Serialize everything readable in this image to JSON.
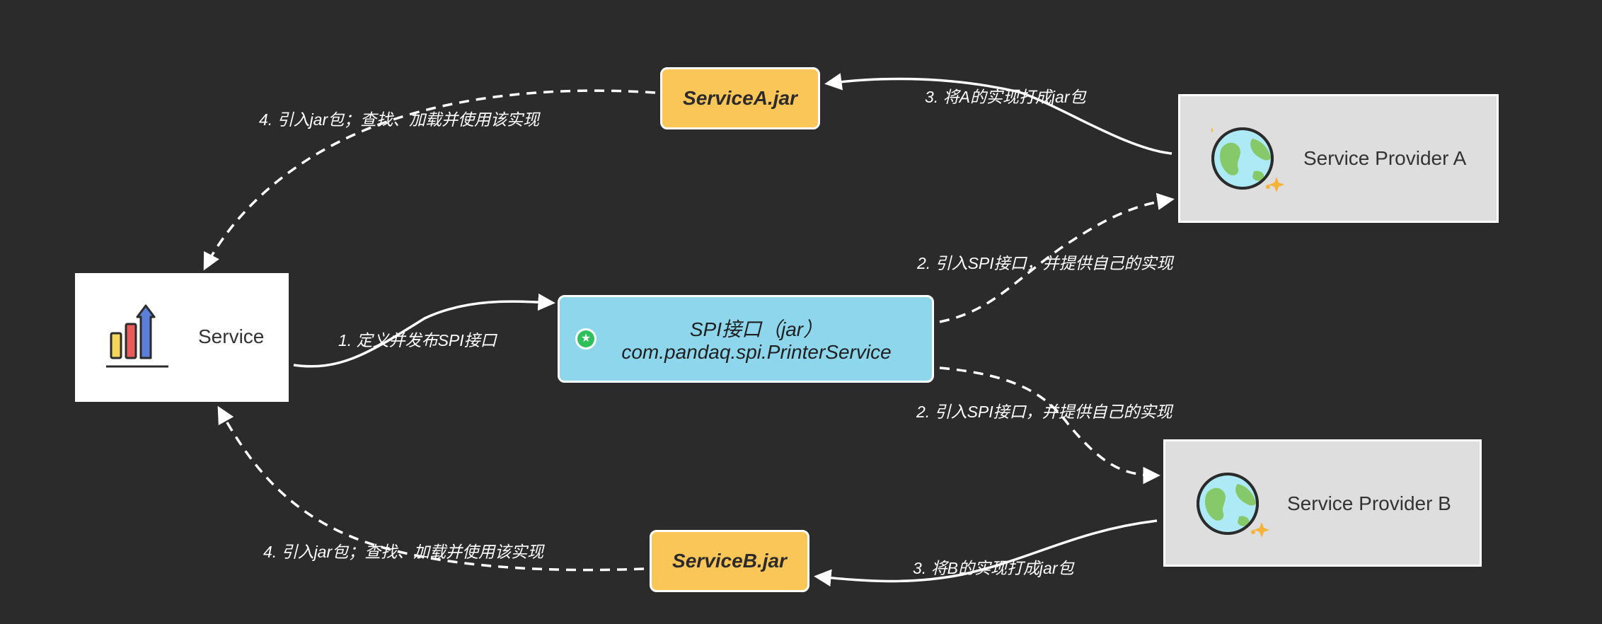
{
  "nodes": {
    "service": {
      "label": "Service",
      "icon": "bar-chart-growth-icon"
    },
    "spi": {
      "line1": "SPI接口（jar）",
      "line2": "com.pandaq.spi.PrinterService",
      "icon": "star-badge-icon"
    },
    "jar_a": {
      "label": "ServiceA.jar"
    },
    "jar_b": {
      "label": "ServiceB.jar"
    },
    "provider_a": {
      "label": "Service Provider A",
      "icon": "globe-icon"
    },
    "provider_b": {
      "label": "Service Provider B",
      "icon": "globe-icon"
    }
  },
  "edges": {
    "define_spi": "1. 定义并发布SPI接口",
    "impl_a": "2. 引入SPI接口，并提供自己的实现",
    "impl_b": "2. 引入SPI接口，并提供自己的实现",
    "pack_a": "3. 将A的实现打成jar包",
    "pack_b": "3. 将B的实现打成jar包",
    "load_a": "4. 引入jar包；查找、加载并使用该实现",
    "load_b": "4. 引入jar包；查找、加载并使用该实现"
  },
  "colors": {
    "background": "#2b2b2b",
    "spi_fill": "#8dd6ec",
    "jar_fill": "#fbc658",
    "provider_fill": "#dedede",
    "arrow": "#ffffff"
  }
}
